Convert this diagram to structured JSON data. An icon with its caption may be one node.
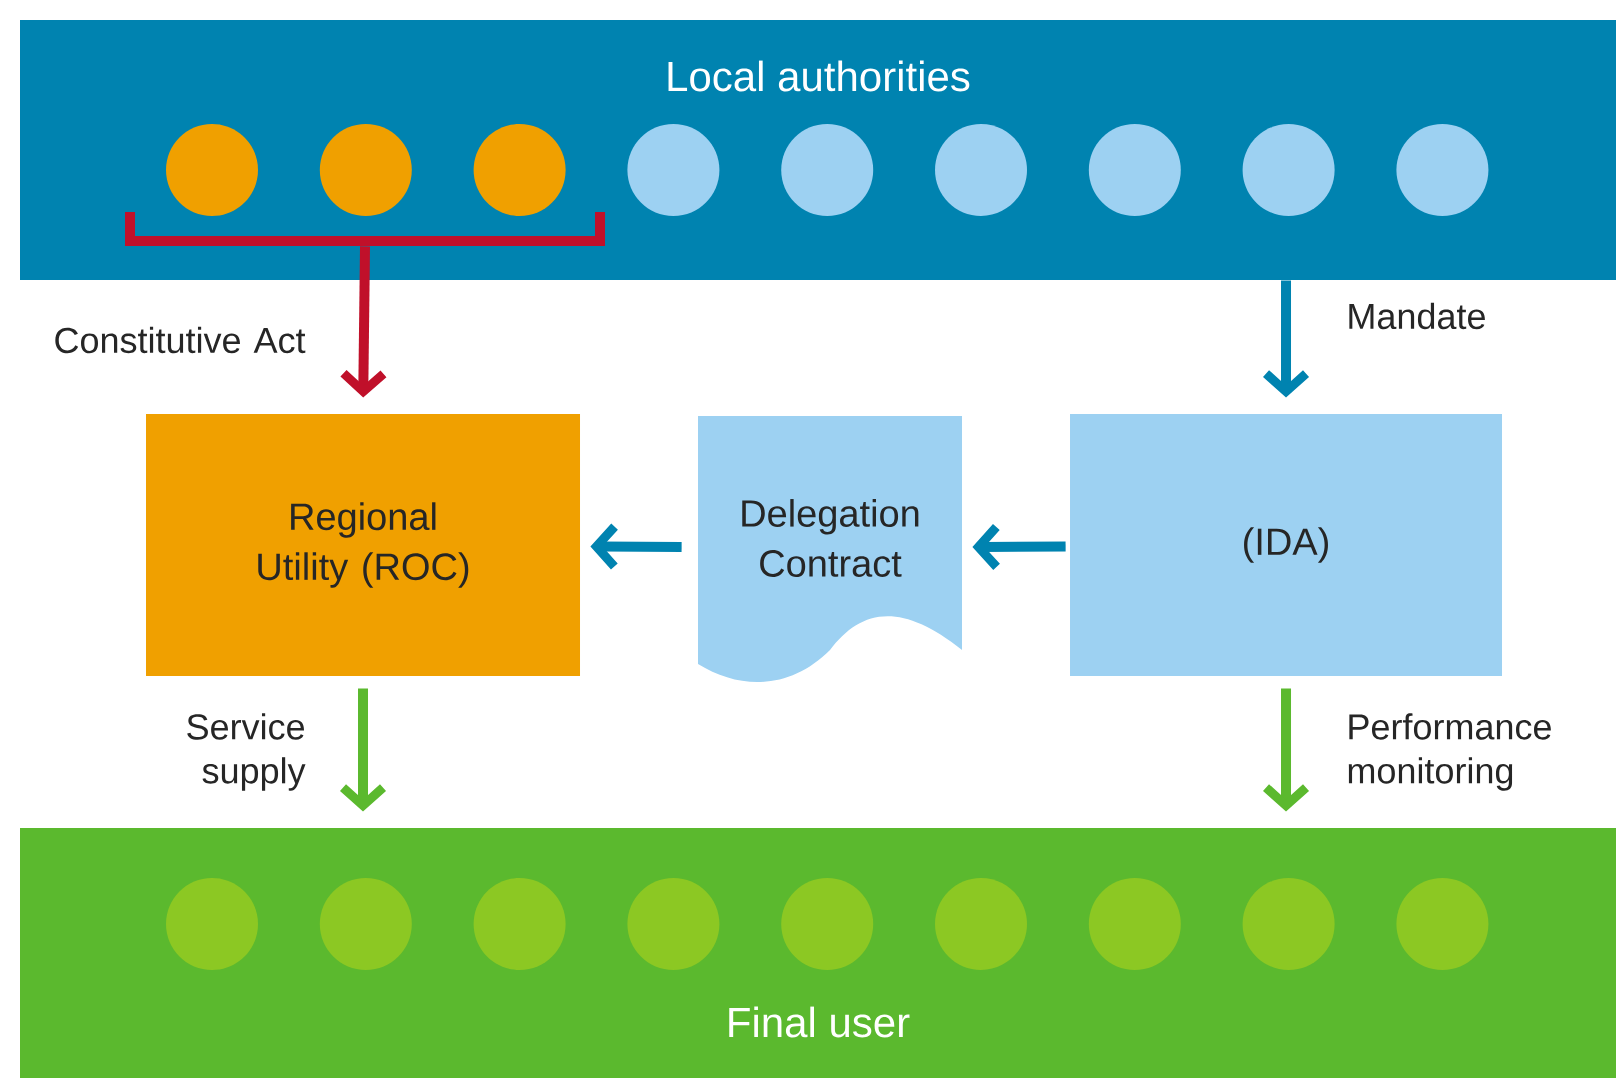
{
  "diagram": {
    "nodes": [
      {
        "text": [
          "Local authorities"
        ]
      },
      {
        "text": [],
        "shape": "circle",
        "in": 0
      },
      {
        "text": [],
        "shape": "circle",
        "in": 0
      },
      {
        "text": [],
        "shape": "circle",
        "in": 0
      },
      {
        "text": [],
        "shape": "circle",
        "in": 0
      },
      {
        "text": [],
        "shape": "circle",
        "in": 0
      },
      {
        "text": [],
        "shape": "circle",
        "in": 0
      },
      {
        "text": [],
        "shape": "circle",
        "in": 0
      },
      {
        "text": [],
        "shape": "circle",
        "in": 0
      },
      {
        "text": [],
        "shape": "circle",
        "in": 0
      },
      {
        "text": [
          "Regional Utility (ROC)"
        ]
      },
      {
        "text": [
          "Delegation Contract"
        ]
      },
      {
        "text": [
          "(IDA)"
        ]
      },
      {
        "text": [
          "Final user"
        ]
      },
      {
        "text": [],
        "shape": "circle",
        "in": 13
      },
      {
        "text": [],
        "shape": "circle",
        "in": 13
      },
      {
        "text": [],
        "shape": "circle",
        "in": 13
      },
      {
        "text": [],
        "shape": "circle",
        "in": 13
      },
      {
        "text": [],
        "shape": "circle",
        "in": 13
      },
      {
        "text": [],
        "shape": "circle",
        "in": 13
      },
      {
        "text": [],
        "shape": "circle",
        "in": 13
      },
      {
        "text": [],
        "shape": "circle",
        "in": 13
      },
      {
        "text": [],
        "shape": "circle",
        "in": 13
      },
      {
        "text": [],
        "shape": "bracket",
        "in": 0
      }
    ],
    "edges": [
      {
        "from": 23,
        "to": 10,
        "arrow": "to",
        "color": "#c0102a",
        "label": "Constitutive Act"
      },
      {
        "from": 0,
        "to": 12,
        "arrow": "to",
        "color": "#0083b0",
        "label": "Mandate"
      },
      {
        "from": 12,
        "to": 11,
        "arrow": "to",
        "color": "#0083b0"
      },
      {
        "from": 11,
        "to": 10,
        "arrow": "to",
        "color": "#0083b0"
      },
      {
        "from": 10,
        "to": 13,
        "arrow": "to",
        "color": "#5bb92e",
        "label": "Service supply"
      },
      {
        "from": 12,
        "to": 13,
        "arrow": "to",
        "color": "#5bb92e",
        "label": "Performance monitoring"
      }
    ]
  }
}
